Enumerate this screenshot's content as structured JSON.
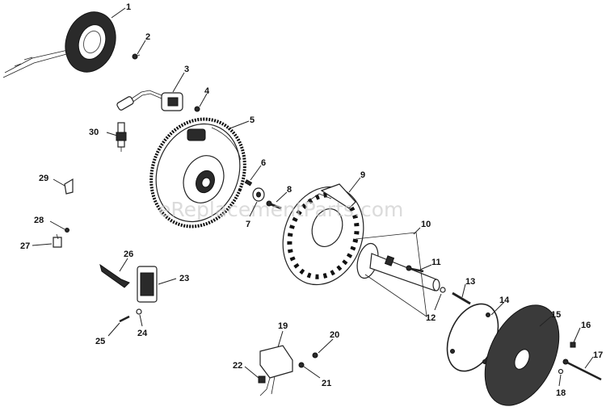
{
  "watermark": "eReplacementParts.com",
  "callouts": {
    "c1": "1",
    "c2": "2",
    "c3": "3",
    "c4": "4",
    "c5": "5",
    "c6": "6",
    "c7": "7",
    "c8": "8",
    "c9": "9",
    "c10": "10",
    "c11": "11",
    "c12": "12",
    "c13": "13",
    "c14": "14",
    "c15": "15",
    "c16": "16",
    "c17": "17",
    "c18": "18",
    "c19": "19",
    "c20": "20",
    "c21": "21",
    "c22": "22",
    "c23": "23",
    "c24": "24",
    "c25": "25",
    "c26": "26",
    "c27": "27",
    "c28": "28",
    "c29": "29",
    "c30": "30"
  }
}
